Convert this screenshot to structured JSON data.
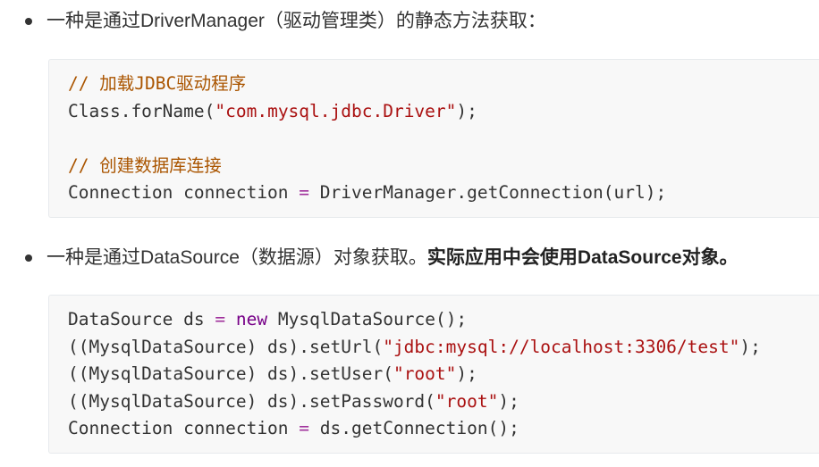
{
  "list": {
    "items": [
      {
        "text": "一种是通过DriverManager（驱动管理类）的静态方法获取："
      },
      {
        "text": "一种是通过DataSource（数据源）对象获取。",
        "bold": "实际应用中会使用DataSource对象。"
      }
    ]
  },
  "code_blocks": [
    {
      "lines": [
        [
          {
            "t": "comment",
            "v": "// 加载JDBC驱动程序"
          }
        ],
        [
          {
            "t": "plain",
            "v": "Class.forName("
          },
          {
            "t": "string",
            "v": "\"com.mysql.jdbc.Driver\""
          },
          {
            "t": "plain",
            "v": ");"
          }
        ],
        [],
        [
          {
            "t": "comment",
            "v": "// 创建数据库连接"
          }
        ],
        [
          {
            "t": "plain",
            "v": "Connection connection "
          },
          {
            "t": "operator",
            "v": "="
          },
          {
            "t": "plain",
            "v": " DriverManager.getConnection(url);"
          }
        ]
      ]
    },
    {
      "lines": [
        [
          {
            "t": "plain",
            "v": "DataSource ds "
          },
          {
            "t": "operator",
            "v": "="
          },
          {
            "t": "plain",
            "v": " "
          },
          {
            "t": "keyword",
            "v": "new"
          },
          {
            "t": "plain",
            "v": " MysqlDataSource();"
          }
        ],
        [
          {
            "t": "plain",
            "v": "((MysqlDataSource) ds).setUrl("
          },
          {
            "t": "string",
            "v": "\"jdbc:mysql://localhost:3306/test\""
          },
          {
            "t": "plain",
            "v": ");"
          }
        ],
        [
          {
            "t": "plain",
            "v": "((MysqlDataSource) ds).setUser("
          },
          {
            "t": "string",
            "v": "\"root\""
          },
          {
            "t": "plain",
            "v": ");"
          }
        ],
        [
          {
            "t": "plain",
            "v": "((MysqlDataSource) ds).setPassword("
          },
          {
            "t": "string",
            "v": "\"root\""
          },
          {
            "t": "plain",
            "v": ");"
          }
        ],
        [
          {
            "t": "plain",
            "v": "Connection connection "
          },
          {
            "t": "operator",
            "v": "="
          },
          {
            "t": "plain",
            "v": " ds.getConnection();"
          }
        ]
      ]
    }
  ],
  "colors": {
    "text": "#333333",
    "code_background": "#f8f8f8",
    "plain": "#333333",
    "comment": "#aa5500",
    "string": "#aa1111",
    "keyword": "#770088",
    "operator": "#a0309b"
  }
}
